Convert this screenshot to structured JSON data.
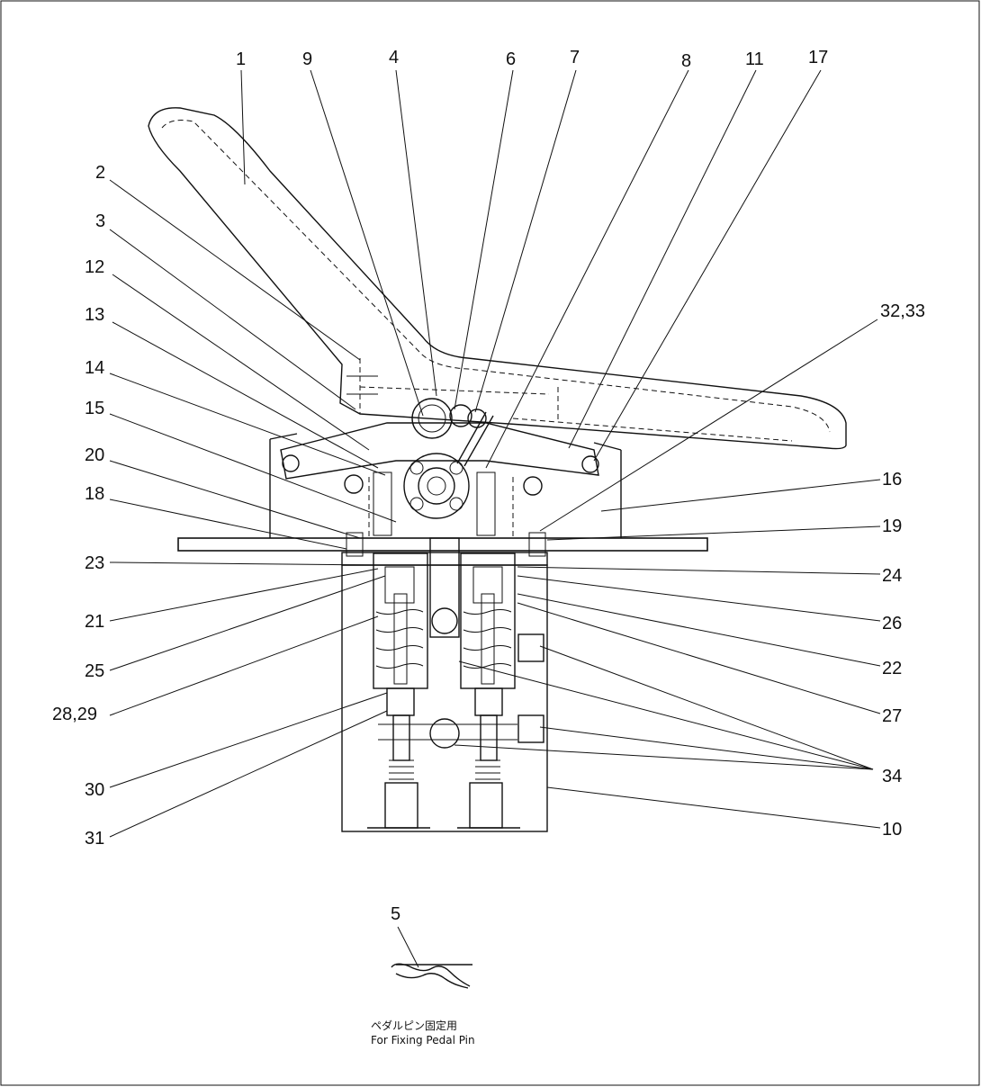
{
  "labels": {
    "l1": "1",
    "l9": "9",
    "l4": "4",
    "l6": "6",
    "l7": "7",
    "l8": "8",
    "l11": "11",
    "l17": "17",
    "l2": "2",
    "l3": "3",
    "l12": "12",
    "l13": "13",
    "l14": "14",
    "l15": "15",
    "l20": "20",
    "l18": "18",
    "l23": "23",
    "l21": "21",
    "l25": "25",
    "l2829": "28,29",
    "l30": "30",
    "l31": "31",
    "l3233": "32,33",
    "l16": "16",
    "l19": "19",
    "l24": "24",
    "l26": "26",
    "l22": "22",
    "l27": "27",
    "l34": "34",
    "l10": "10",
    "l5": "5"
  },
  "caption": {
    "japanese": "ペダルピン固定用",
    "english": "For Fixing Pedal Pin"
  }
}
